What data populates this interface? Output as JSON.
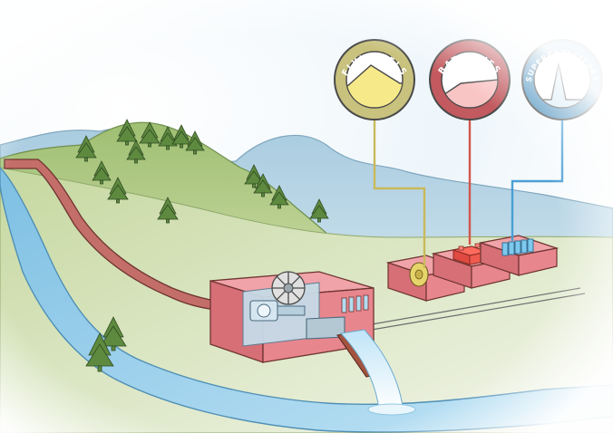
{
  "gauges": {
    "flywheels": {
      "label": "FLYWHEELS",
      "ring_color": "#c9c27e",
      "fill_color": "#f6e98a"
    },
    "batteries": {
      "label": "BATTERIES",
      "ring_color": "#c25a5f",
      "fill_color": "#f9c4c4"
    },
    "supercapacitors": {
      "label": "SUPERCAPACITORS",
      "ring_color": "#4f93c0",
      "fill_color": "#d3eaf7"
    }
  },
  "colors": {
    "building": "#e8868d",
    "water": "#9fd2ee",
    "pipe": "#c46e6a",
    "flywheel_line": "#c9b95a",
    "battery_line": "#d2564c",
    "capacitor_line": "#4a9fd4"
  }
}
